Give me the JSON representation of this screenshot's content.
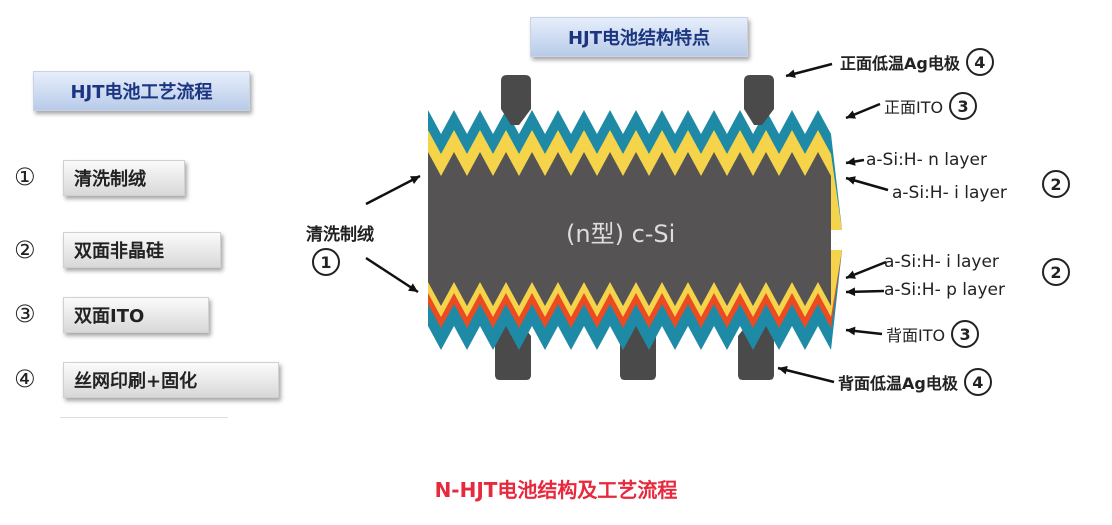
{
  "left_panel": {
    "title": "HJT电池工艺流程",
    "steps": [
      {
        "num": "①",
        "label": "清洗制绒"
      },
      {
        "num": "②",
        "label": "双面非晶硅"
      },
      {
        "num": "③",
        "label": "双面ITO"
      },
      {
        "num": "④",
        "label": "丝网印刷+固化"
      }
    ]
  },
  "right_panel": {
    "title": "HJT电池结构特点",
    "core_label": "(n型) c-Si",
    "texture_label": "清洗制绒",
    "texture_num": "1",
    "labels": {
      "front_electrode": "正面低温Ag电极",
      "front_electrode_num": "4",
      "front_ito": "正面ITO",
      "front_ito_num": "3",
      "n_layer": "a-Si:H- n layer",
      "i_layer_top": "a-Si:H- i layer",
      "amorphous_num_top": "2",
      "i_layer_bottom": "a-Si:H- i layer",
      "p_layer": "a-Si:H- p layer",
      "amorphous_num_bottom": "2",
      "back_ito": "背面ITO",
      "back_ito_num": "3",
      "back_electrode": "背面低温Ag电极",
      "back_electrode_num": "4"
    },
    "colors": {
      "silicon": "#555353",
      "ito": "#1f8aa6",
      "amorphous_i": "#f5d34a",
      "amorphous_p": "#ec4a20",
      "electrode": "#4a4a4a"
    }
  },
  "caption": "N-HJT电池结构及工艺流程"
}
